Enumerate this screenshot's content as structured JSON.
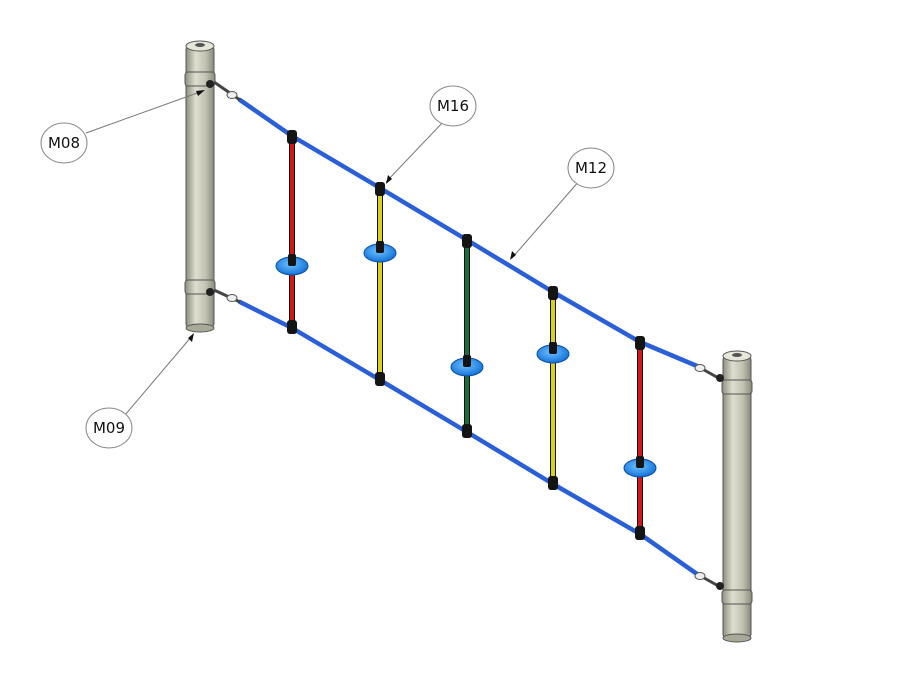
{
  "callouts": [
    {
      "id": "m08",
      "label": "M08"
    },
    {
      "id": "m16",
      "label": "M16"
    },
    {
      "id": "m12",
      "label": "M12"
    },
    {
      "id": "m09",
      "label": "M09"
    }
  ],
  "colors": {
    "rope_blue": "#2a5fd6",
    "rung_red": "#d01818",
    "rung_yellow": "#d8d21a",
    "rung_green": "#1f6b3a",
    "disc_blue": "#1f8ff0",
    "post_grey": "#c9c9b8",
    "connector_black": "#141414"
  }
}
